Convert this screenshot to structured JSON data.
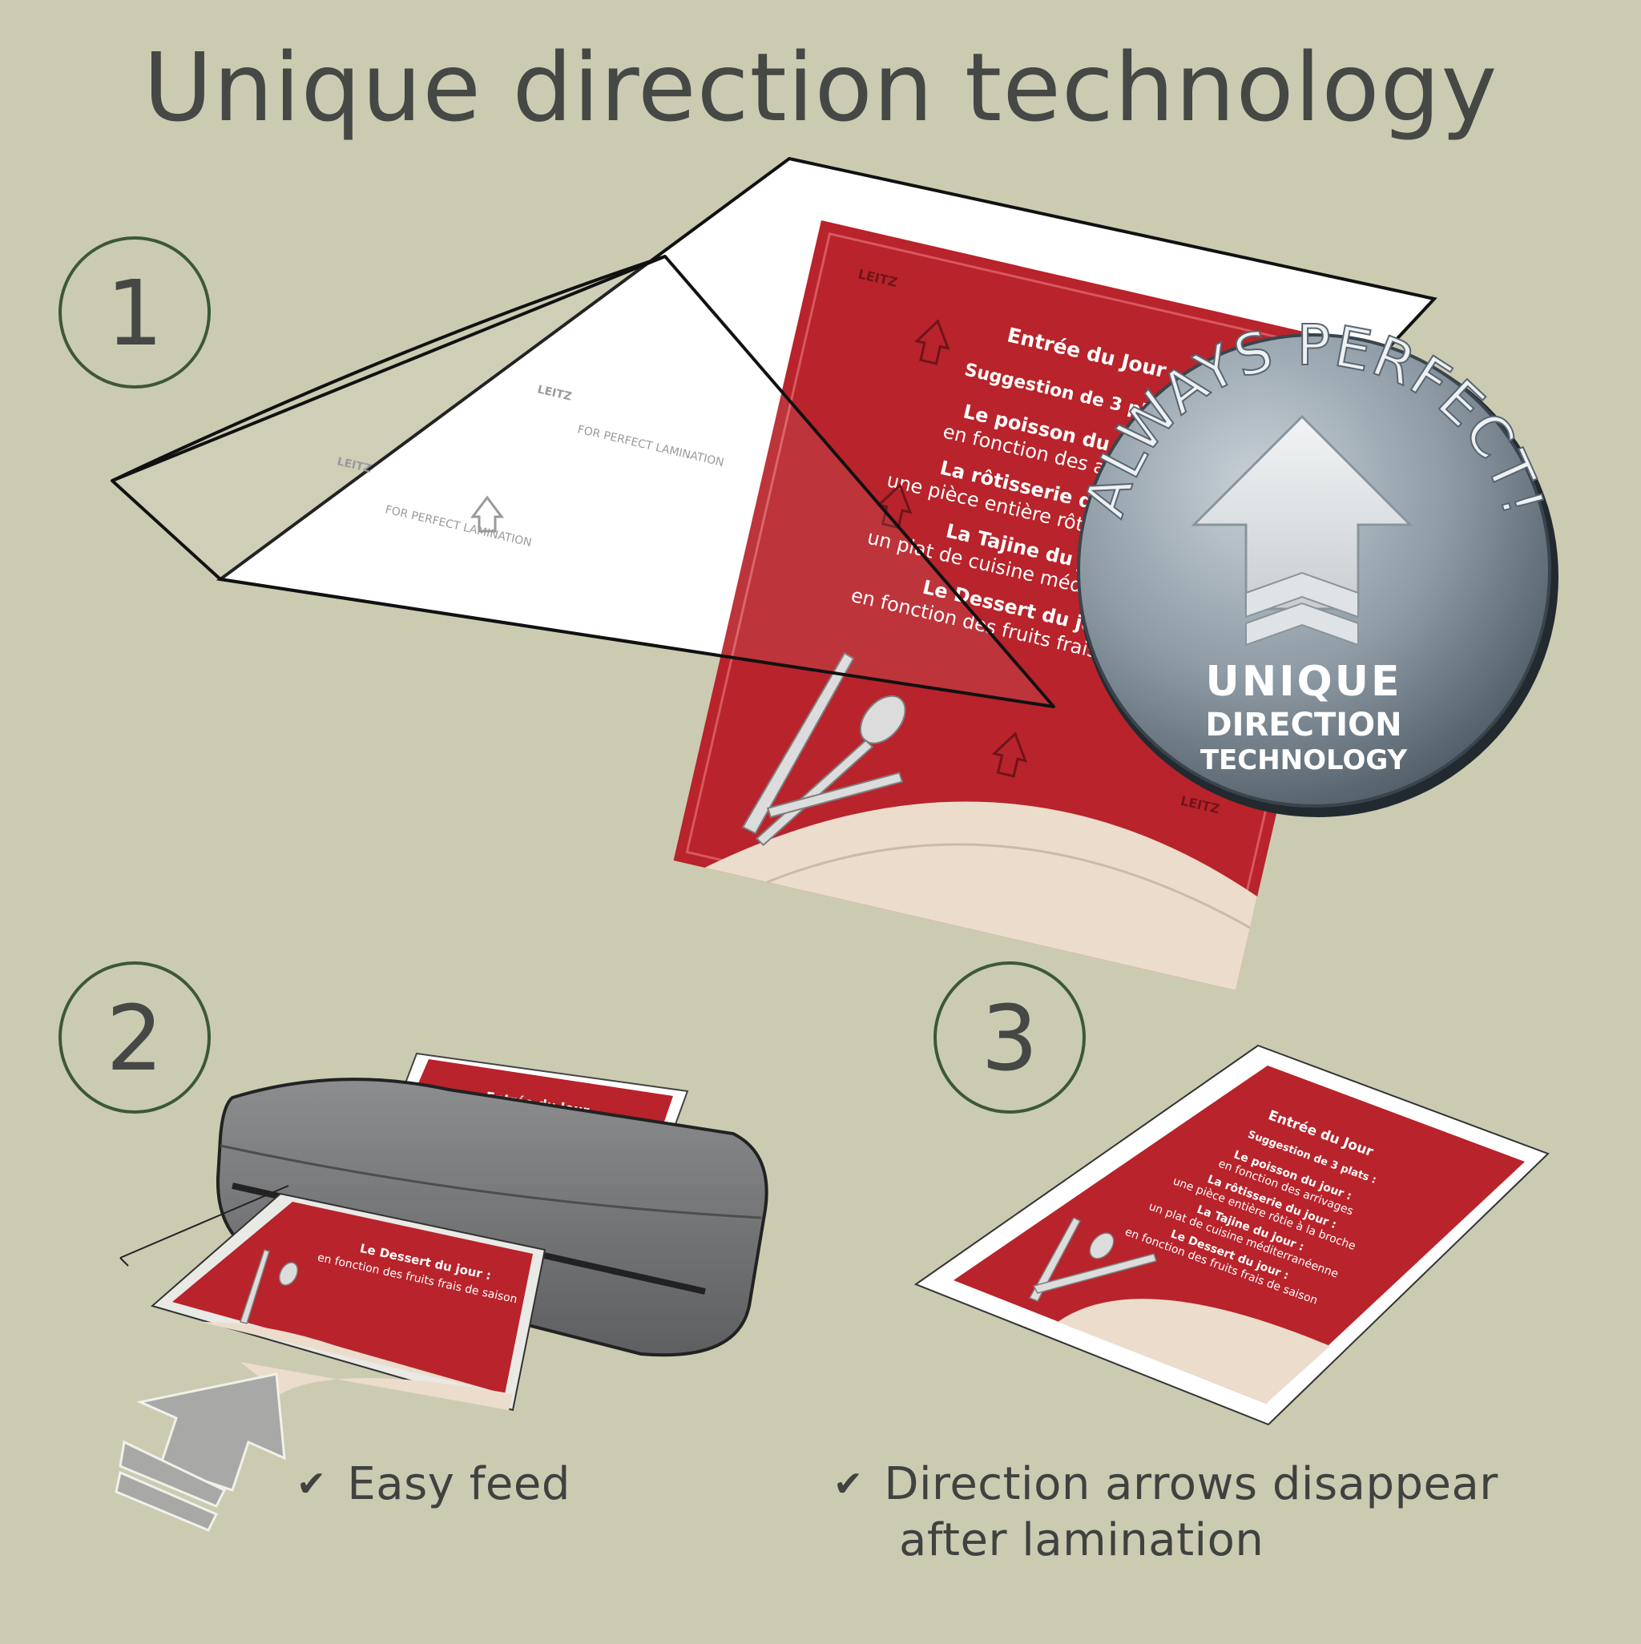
{
  "title": "Unique direction technology",
  "steps": [
    {
      "number": "1"
    },
    {
      "number": "2"
    },
    {
      "number": "3"
    }
  ],
  "badge": {
    "arc_text": "ALWAYS PERFECT!",
    "line1": "UNIQUE",
    "line2": "DIRECTION",
    "line3": "TECHNOLOGY"
  },
  "menu": {
    "heading": "Entrée du Jour",
    "subheading": "Suggestion de 3 plats :",
    "items": [
      {
        "name": "Le poisson du jour :",
        "desc": "en fonction des arrivages"
      },
      {
        "name": "La rôtisserie du jour :",
        "desc": "une pièce entière rôtie à la broche"
      },
      {
        "name": "La Tajine du jour :",
        "desc": "un plat de cuisine méditerranéenne"
      },
      {
        "name": "Le Dessert du jour :",
        "desc": "en fonction des fruits frais de saison"
      }
    ],
    "watermark": "LEITZ",
    "watermark_note": "FOR PERFECT LAMINATION"
  },
  "captions": {
    "easy_feed": "Easy feed",
    "arrows_line1": "Direction arrows disappear",
    "arrows_line2": "after lamination"
  },
  "colors": {
    "background": "#cbcbb2",
    "menu_red": "#b9232b",
    "step_circle": "#3c5a32",
    "laminator": "#7b7c7e",
    "badge": "#8e9ba5"
  }
}
